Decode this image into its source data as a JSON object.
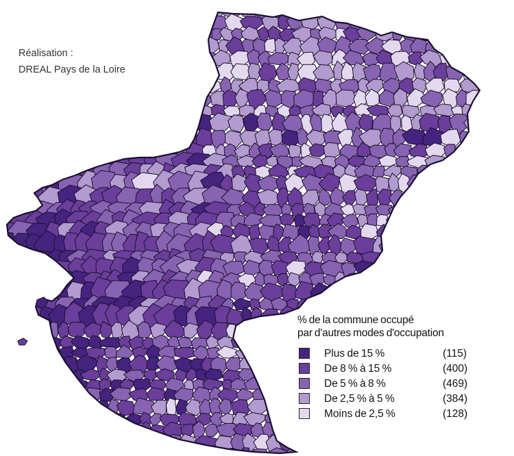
{
  "credit": {
    "line1": "Réalisation :",
    "line2": "DREAL Pays de la Loire"
  },
  "legend": {
    "title_line1": "% de la commune occupé",
    "title_line2": "par d'autres modes d'occupation",
    "classes": [
      {
        "label": "Plus de 15 %",
        "count": "(115)",
        "color": "#45237f"
      },
      {
        "label": "De 8 % à 15 %",
        "count": "(400)",
        "color": "#6a3e9a"
      },
      {
        "label": "De 5 % à 8 %",
        "count": "(469)",
        "color": "#8863b2"
      },
      {
        "label": "De 2,5 % à 5 %",
        "count": "(384)",
        "color": "#b29bce"
      },
      {
        "label": "Moins de 2,5 %",
        "count": "(128)",
        "color": "#e2d9ee"
      }
    ]
  },
  "style": {
    "border_color": "#1b1030",
    "background": "#ffffff"
  }
}
